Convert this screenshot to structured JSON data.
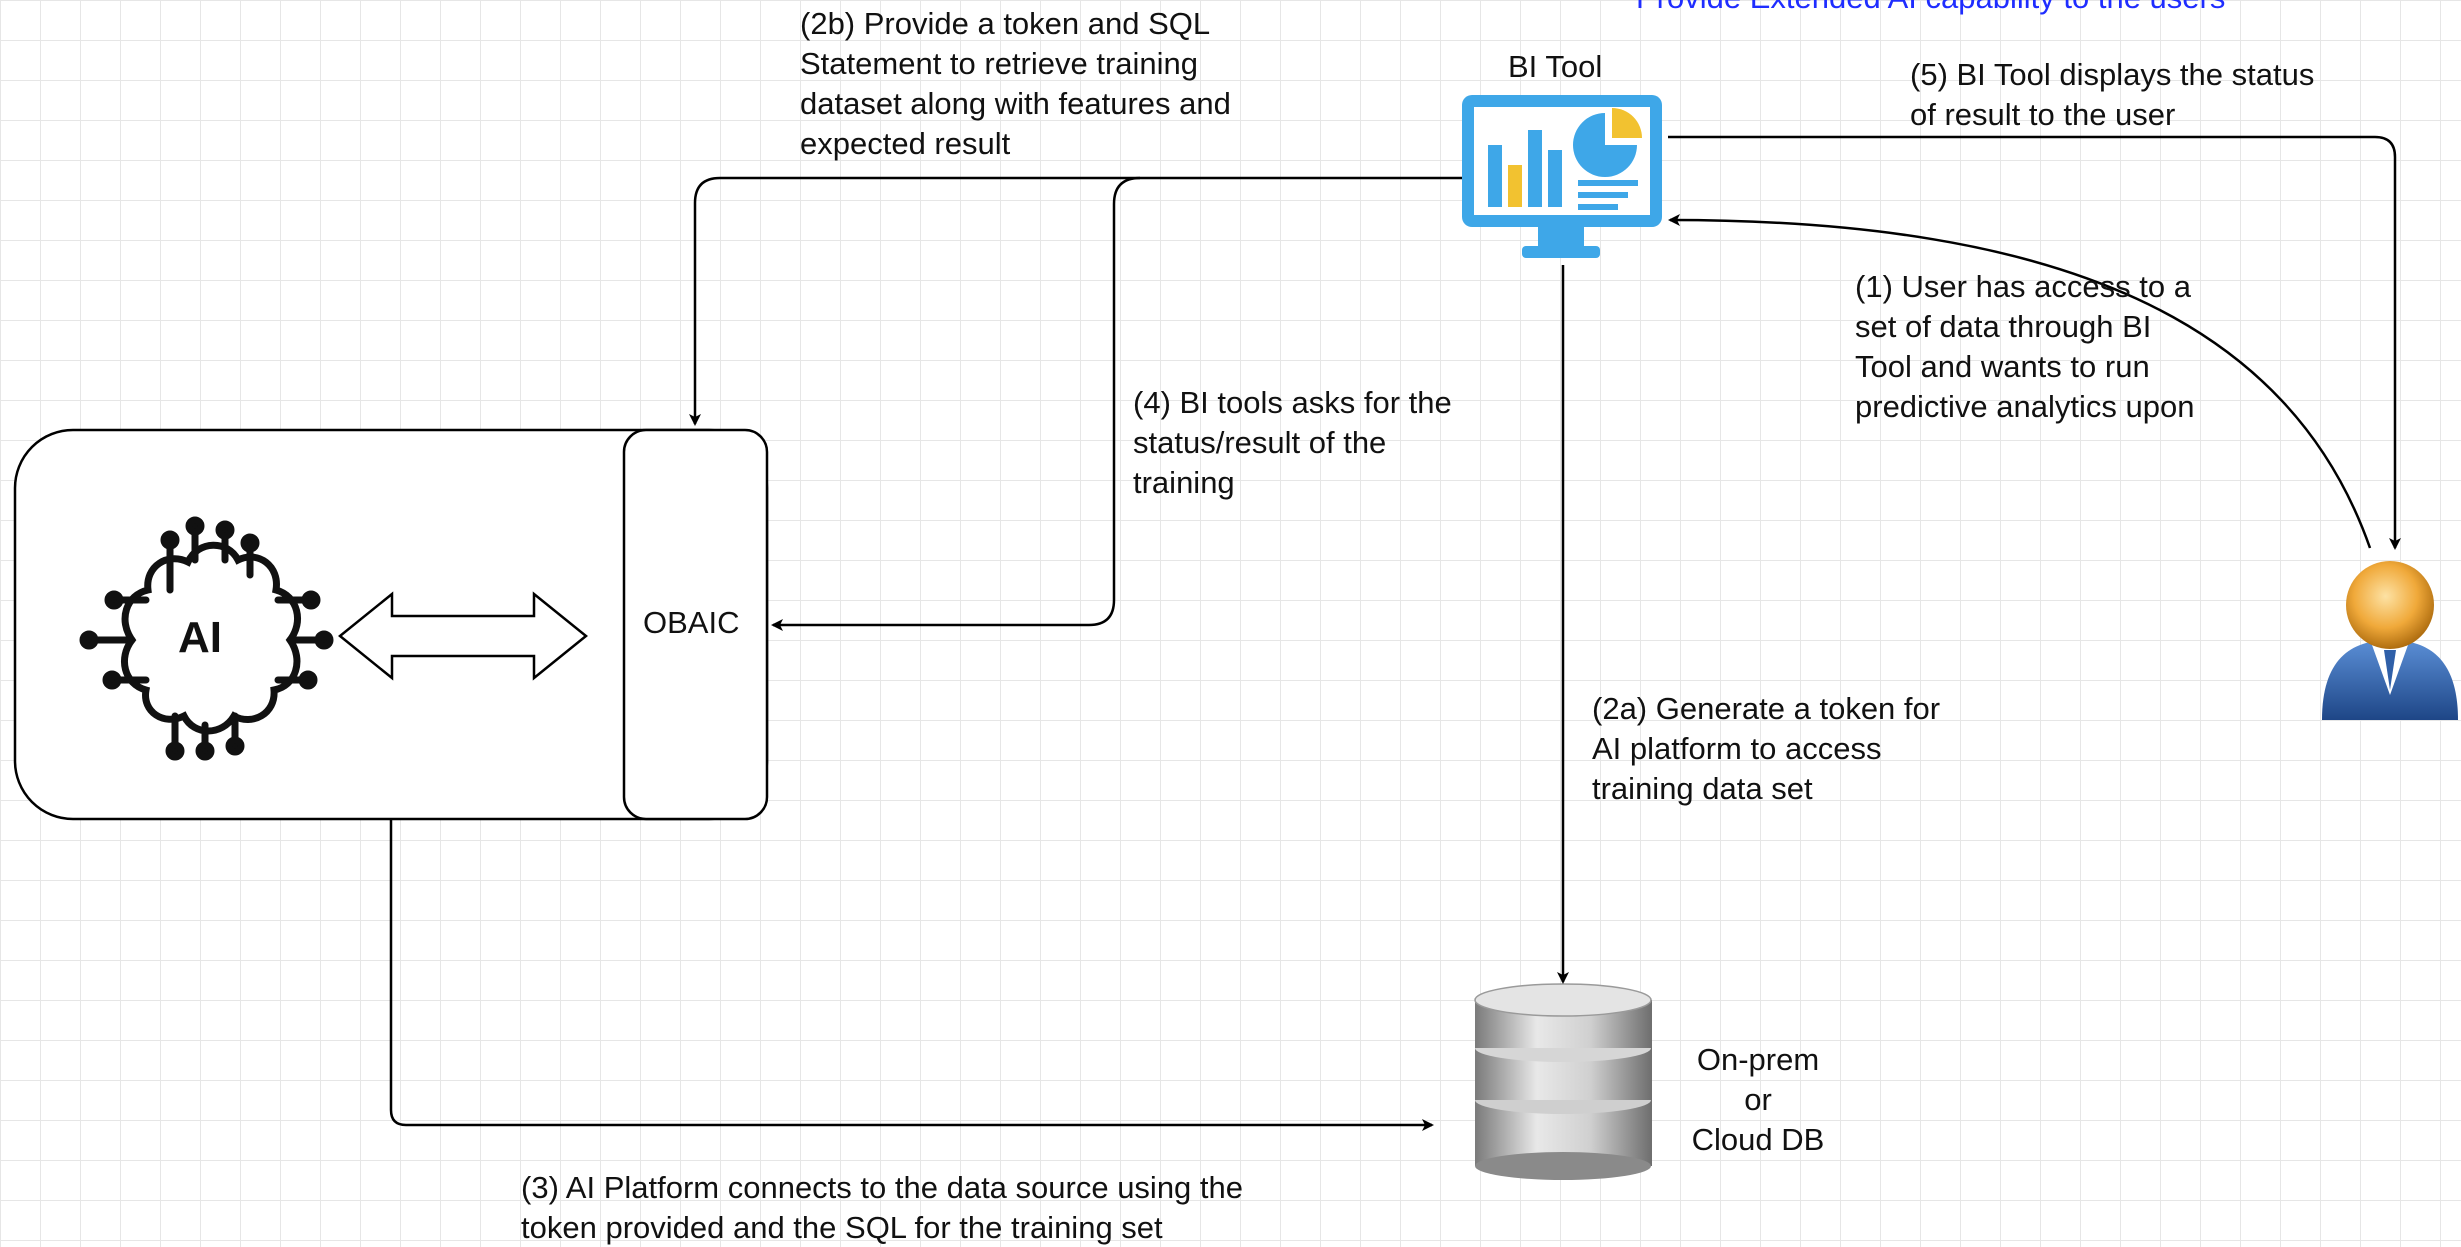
{
  "diagram": {
    "top_caption": "Provide Extended AI capability to the users",
    "bi_tool_label": "BI Tool",
    "obaic_label": "OBAIC",
    "ai_icon_text": "AI",
    "db_label": "On-prem\nor\nCloud DB",
    "steps": {
      "step1": "(1) User has access to a\nset of data through BI\nTool and wants to run\npredictive analytics upon",
      "step2a": "(2a) Generate a token for\nAI platform to access\ntraining data set",
      "step2b": "(2b) Provide a token and SQL\nStatement to retrieve training\ndataset along with features and\nexpected result",
      "step3": "(3) AI Platform connects to the data source using the\ntoken provided and the SQL for the training set",
      "step4": "(4) BI tools asks for the\nstatus/result of the\ntraining",
      "step5": "(5) BI Tool displays the status\nof result to the user"
    },
    "colors": {
      "monitor_blue": "#3ea7e8",
      "bar_yellow": "#f2c230",
      "user_head": "#f0a93a",
      "user_body": "#2f5fa8",
      "db_gray": "#b5b5b5",
      "caption_blue": "#1f2dff"
    },
    "icons": [
      "ai-brain-icon",
      "bi-tool-monitor-icon",
      "database-icon",
      "user-icon",
      "double-arrow-icon"
    ]
  }
}
